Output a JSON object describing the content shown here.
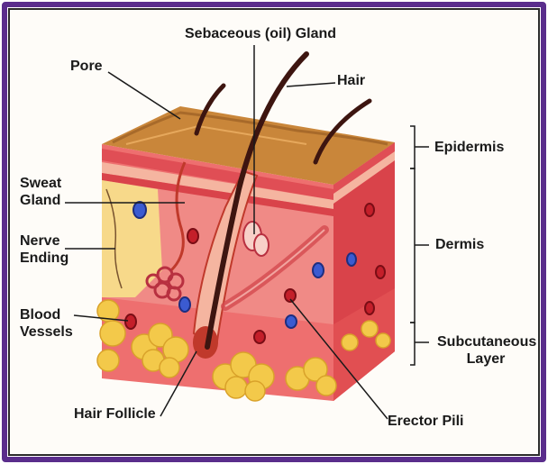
{
  "labels": {
    "sebaceous_gland": "Sebaceous (oil) Gland",
    "pore": "Pore",
    "hair": "Hair",
    "epidermis": "Epidermis",
    "sweat_gland": "Sweat\nGland",
    "nerve_ending": "Nerve\nEnding",
    "dermis": "Dermis",
    "blood_vessels": "Blood\nVessels",
    "subcutaneous_layer": "Subcutaneous\nLayer",
    "hair_follicle": "Hair Follicle",
    "erector_pili": "Erector Pili"
  },
  "colors": {
    "frame": "#5a2d8c",
    "epidermis_top": "#c9863a",
    "dermis": "#e85a5e",
    "dermis_light": "#f28a8a",
    "fat": "#f3c94a",
    "hair": "#4a1a14",
    "vein": "#3b5bd1",
    "artery": "#c41f2a"
  }
}
